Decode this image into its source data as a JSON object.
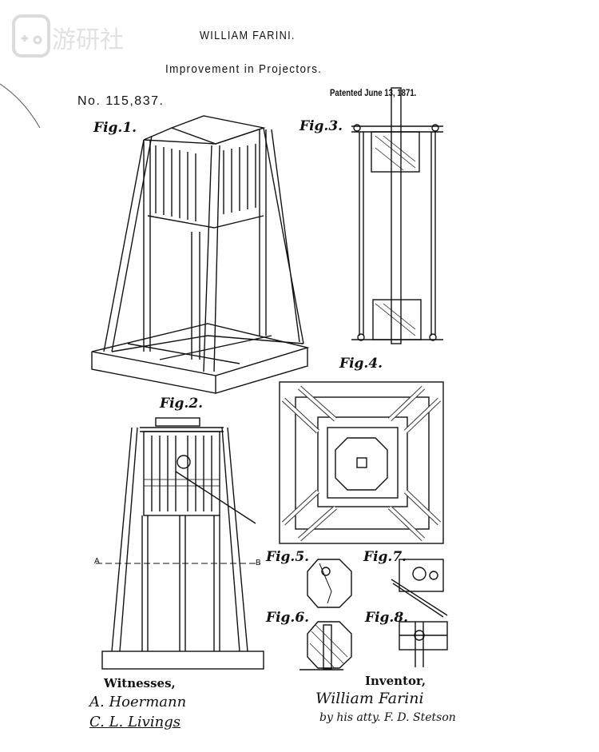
{
  "header": {
    "inventor_name": "WILLIAM FARINI.",
    "title": "Improvement in Projectors.",
    "patent_number": "No. 115,837.",
    "patent_date": "Patented June 13, 1871."
  },
  "figures": {
    "fig1": "Fig.1.",
    "fig2": "Fig.2.",
    "fig3": "Fig.3.",
    "fig4": "Fig.4.",
    "fig5": "Fig.5.",
    "fig6": "Fig.6.",
    "fig7": "Fig.7.",
    "fig8": "Fig.8."
  },
  "section_marks": {
    "a": "A",
    "b": "B"
  },
  "witnesses": {
    "label": "Witnesses,",
    "names": [
      "A. Hoermann",
      "C. L. Livings"
    ]
  },
  "inventor": {
    "label": "Inventor,",
    "signature": "William Farini",
    "attorney": "by his atty. F. D. Stetson"
  },
  "watermark": "游研社"
}
